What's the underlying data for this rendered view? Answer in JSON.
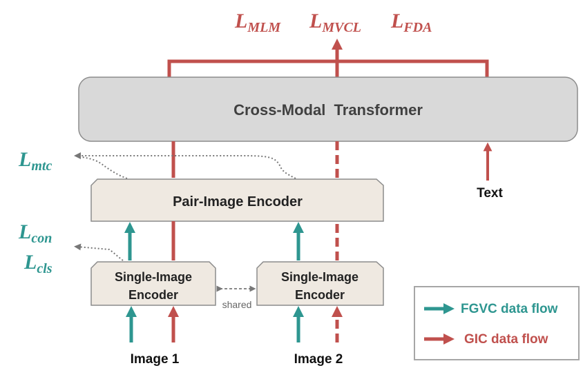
{
  "colors": {
    "fgvc": "#2e9690",
    "gic": "#c0504d",
    "dotted": "#777777",
    "transformer_fill": "#d9d9d9",
    "encoder_fill": "#efe9e1",
    "legend_border": "#a6a6a6"
  },
  "losses_top": {
    "mlm": {
      "base": "L",
      "sub": "MLM"
    },
    "mvcl": {
      "base": "L",
      "sub": "MVCL"
    },
    "fda": {
      "base": "L",
      "sub": "FDA"
    }
  },
  "losses_left": {
    "mtc": {
      "base": "L",
      "sub": "mtc"
    },
    "con": {
      "base": "L",
      "sub": "con"
    },
    "cls": {
      "base": "L",
      "sub": "cls"
    }
  },
  "blocks": {
    "transformer": "Cross-Modal  Transformer",
    "pair_encoder": "Pair-Image Encoder",
    "single_encoder_line1": "Single-Image",
    "single_encoder_line2": "Encoder",
    "shared": "shared"
  },
  "inputs": {
    "text": "Text",
    "image1": "Image 1",
    "image2": "Image 2"
  },
  "legend": {
    "fgvc": "FGVC data flow",
    "gic": "GIC data flow"
  }
}
